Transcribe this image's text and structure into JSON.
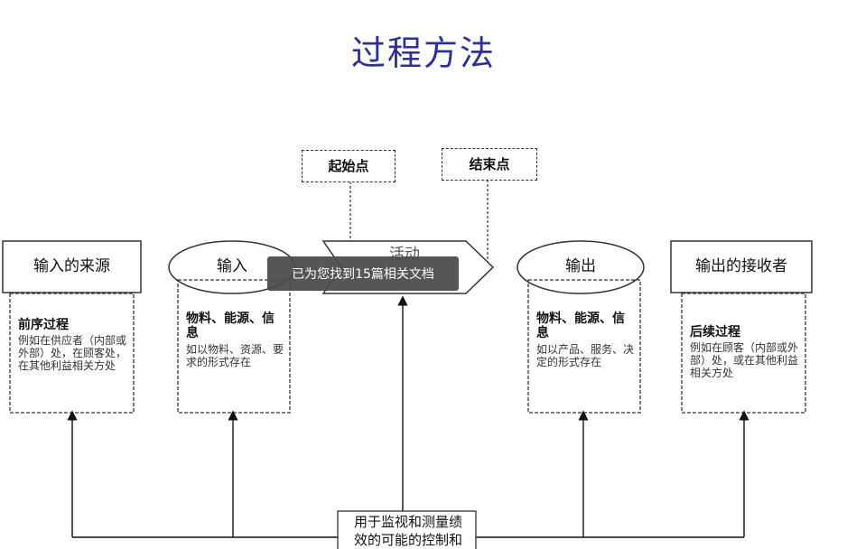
{
  "title": "过程方法",
  "start_point": "起始点",
  "end_point": "结束点",
  "activity": "活动",
  "input_source": {
    "label": "输入的来源",
    "heading": "前序过程",
    "desc": "例如在供应者（内部或外部）处，在顾客处，在其他利益相关方处"
  },
  "input": {
    "label": "输入",
    "heading": "物料、能源、信息",
    "desc": "如以物料、资源、要求的形式存在"
  },
  "output": {
    "label": "输出",
    "heading": "物料、能源、信息",
    "desc": "如以产品、服务、决定的形式存在"
  },
  "output_receiver": {
    "label": "输出的接收者",
    "heading": "后续过程",
    "desc": "例如在顾客（内部或外部）处，或在其他利益相关方处"
  },
  "monitor": "用于监视和测量绩效的可能的控制和检查点",
  "toast": "已为您找到15篇相关文档"
}
